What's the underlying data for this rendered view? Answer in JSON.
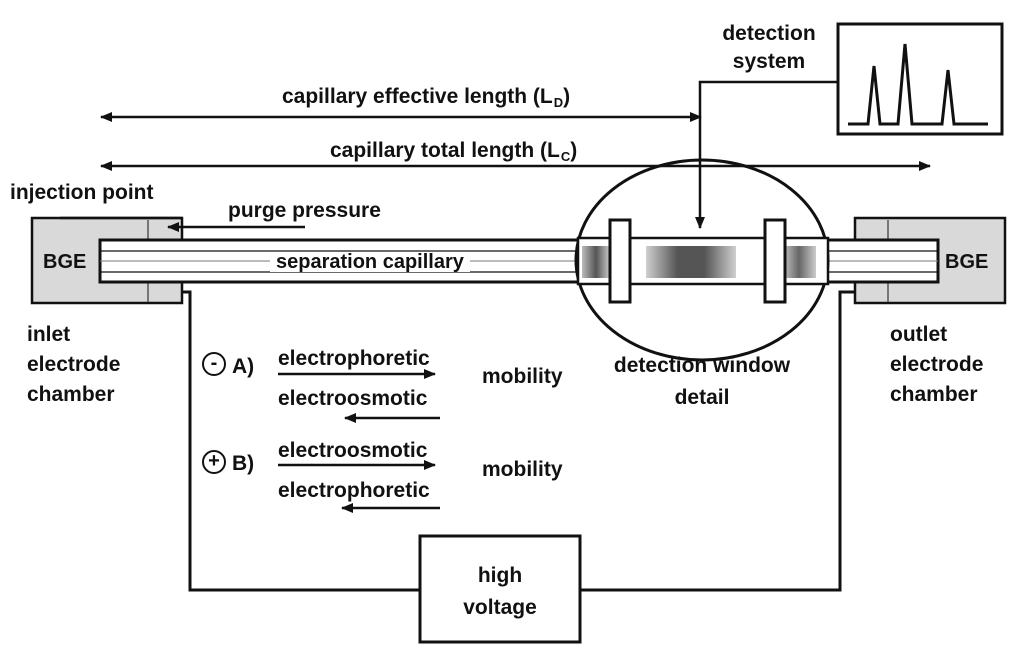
{
  "labels": {
    "detection_system": [
      "detection",
      "system"
    ],
    "effective_length": "capillary effective length (L",
    "effective_length_sub": "D",
    "effective_length_close": ")",
    "total_length": "capillary total length (L",
    "total_length_sub": "C",
    "total_length_close": ")",
    "injection_point": "injection point",
    "purge_pressure": "purge pressure",
    "separation_capillary": "separation capillary",
    "bge_left": "BGE",
    "bge_right": "BGE",
    "inlet_chamber": [
      "inlet",
      "electrode",
      "chamber"
    ],
    "outlet_chamber": [
      "outlet",
      "electrode",
      "chamber"
    ],
    "detection_window": [
      "detection window",
      "detail"
    ],
    "high_voltage": [
      "high",
      "voltage"
    ]
  },
  "modes": {
    "a": {
      "sign": "-",
      "letter": "A)",
      "top": "electrophoretic",
      "bottom": "electroosmotic",
      "result": "mobility"
    },
    "b": {
      "sign": "+",
      "letter": "B)",
      "top": "electroosmotic",
      "bottom": "electrophoretic",
      "result": "mobility"
    }
  },
  "colors": {
    "line": "#111111",
    "chamber_fill": "#d9d9d9",
    "background": "#ffffff"
  }
}
